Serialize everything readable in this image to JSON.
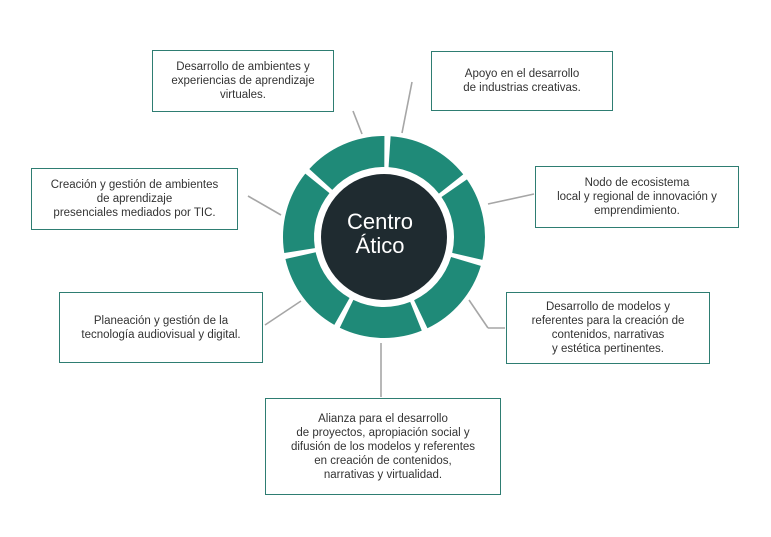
{
  "center": {
    "label": "Centro\nÁtico"
  },
  "boxes": {
    "top_left": "Desarrollo de ambientes y\nexperiencias de aprendizaje\nvirtuales.",
    "top_right": "Apoyo en el desarrollo\nde industrias creativas.",
    "right": "Nodo de ecosistema\nlocal y regional de innovación y\nemprendimiento.",
    "left": "Creación y gestión de ambientes\nde aprendizaje\npresenciales mediados por TIC.",
    "bottom_left": "Planeación y gestión de la\ntecnología audiovisual y digital.",
    "bottom_right": "Desarrollo de modelos y\nreferentes para la creación de\ncontenidos, narrativas\ny estética pertinentes.",
    "bottom": "Alianza para el desarrollo\nde proyectos, apropiación social y\ndifusión de los modelos y referentes\nen creación de contenidos,\nnarrativas y virtualidad."
  },
  "colors": {
    "ring": "#1f8a78",
    "center_fill": "#1f2b30",
    "box_border": "#2e7d72",
    "connector": "#a6a6a6",
    "text": "#333333"
  }
}
